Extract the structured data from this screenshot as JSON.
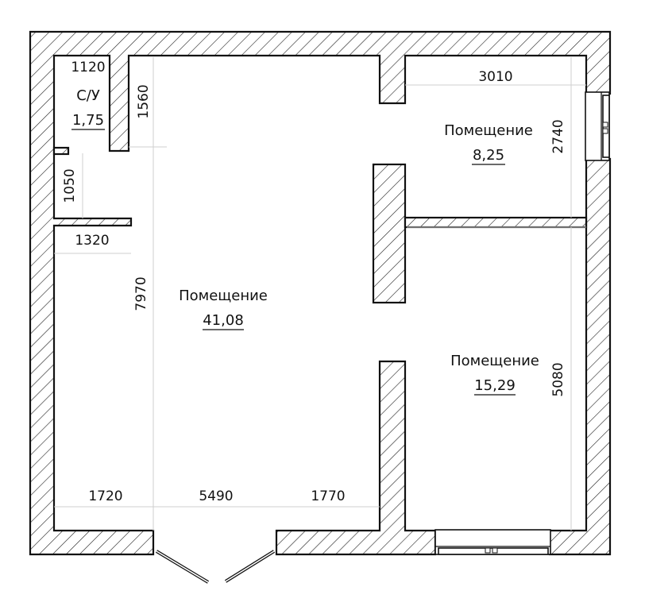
{
  "rooms": {
    "bathroom": {
      "name": "С/У",
      "area": "1,75"
    },
    "main": {
      "name": "Помещение",
      "area": "41,08"
    },
    "top_right": {
      "name": "Помещение",
      "area": "8,25"
    },
    "bottom_right": {
      "name": "Помещение",
      "area": "15,29"
    }
  },
  "dimensions": {
    "bath_width": "1120",
    "bath_height": "1560",
    "wall_gap": "1050",
    "hall_width": "1320",
    "main_height": "7970",
    "top_right_width": "3010",
    "top_right_height": "2740",
    "bottom_right_height": "5080",
    "bottom_left": "1720",
    "bottom_door": "5490",
    "bottom_mid": "1770"
  }
}
